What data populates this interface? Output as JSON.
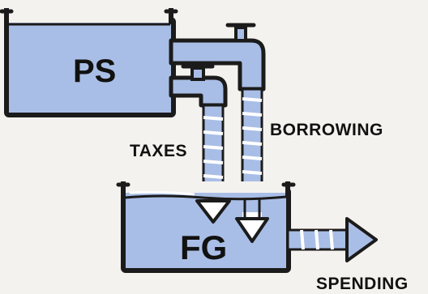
{
  "tanks": {
    "private_sector": "PS",
    "government": "FG"
  },
  "flows": {
    "taxes": "TAXES",
    "borrowing": "BORROWING",
    "spending": "SPENDING"
  },
  "colors": {
    "water": "#a9bee6",
    "outline": "#1b1b1b",
    "background": "#f4f2ee",
    "stream_gap": "#ffffff"
  },
  "icons": [
    "faucet-icon",
    "faucet-icon",
    "down-arrow-icon",
    "down-arrow-icon",
    "right-arrow-icon"
  ]
}
